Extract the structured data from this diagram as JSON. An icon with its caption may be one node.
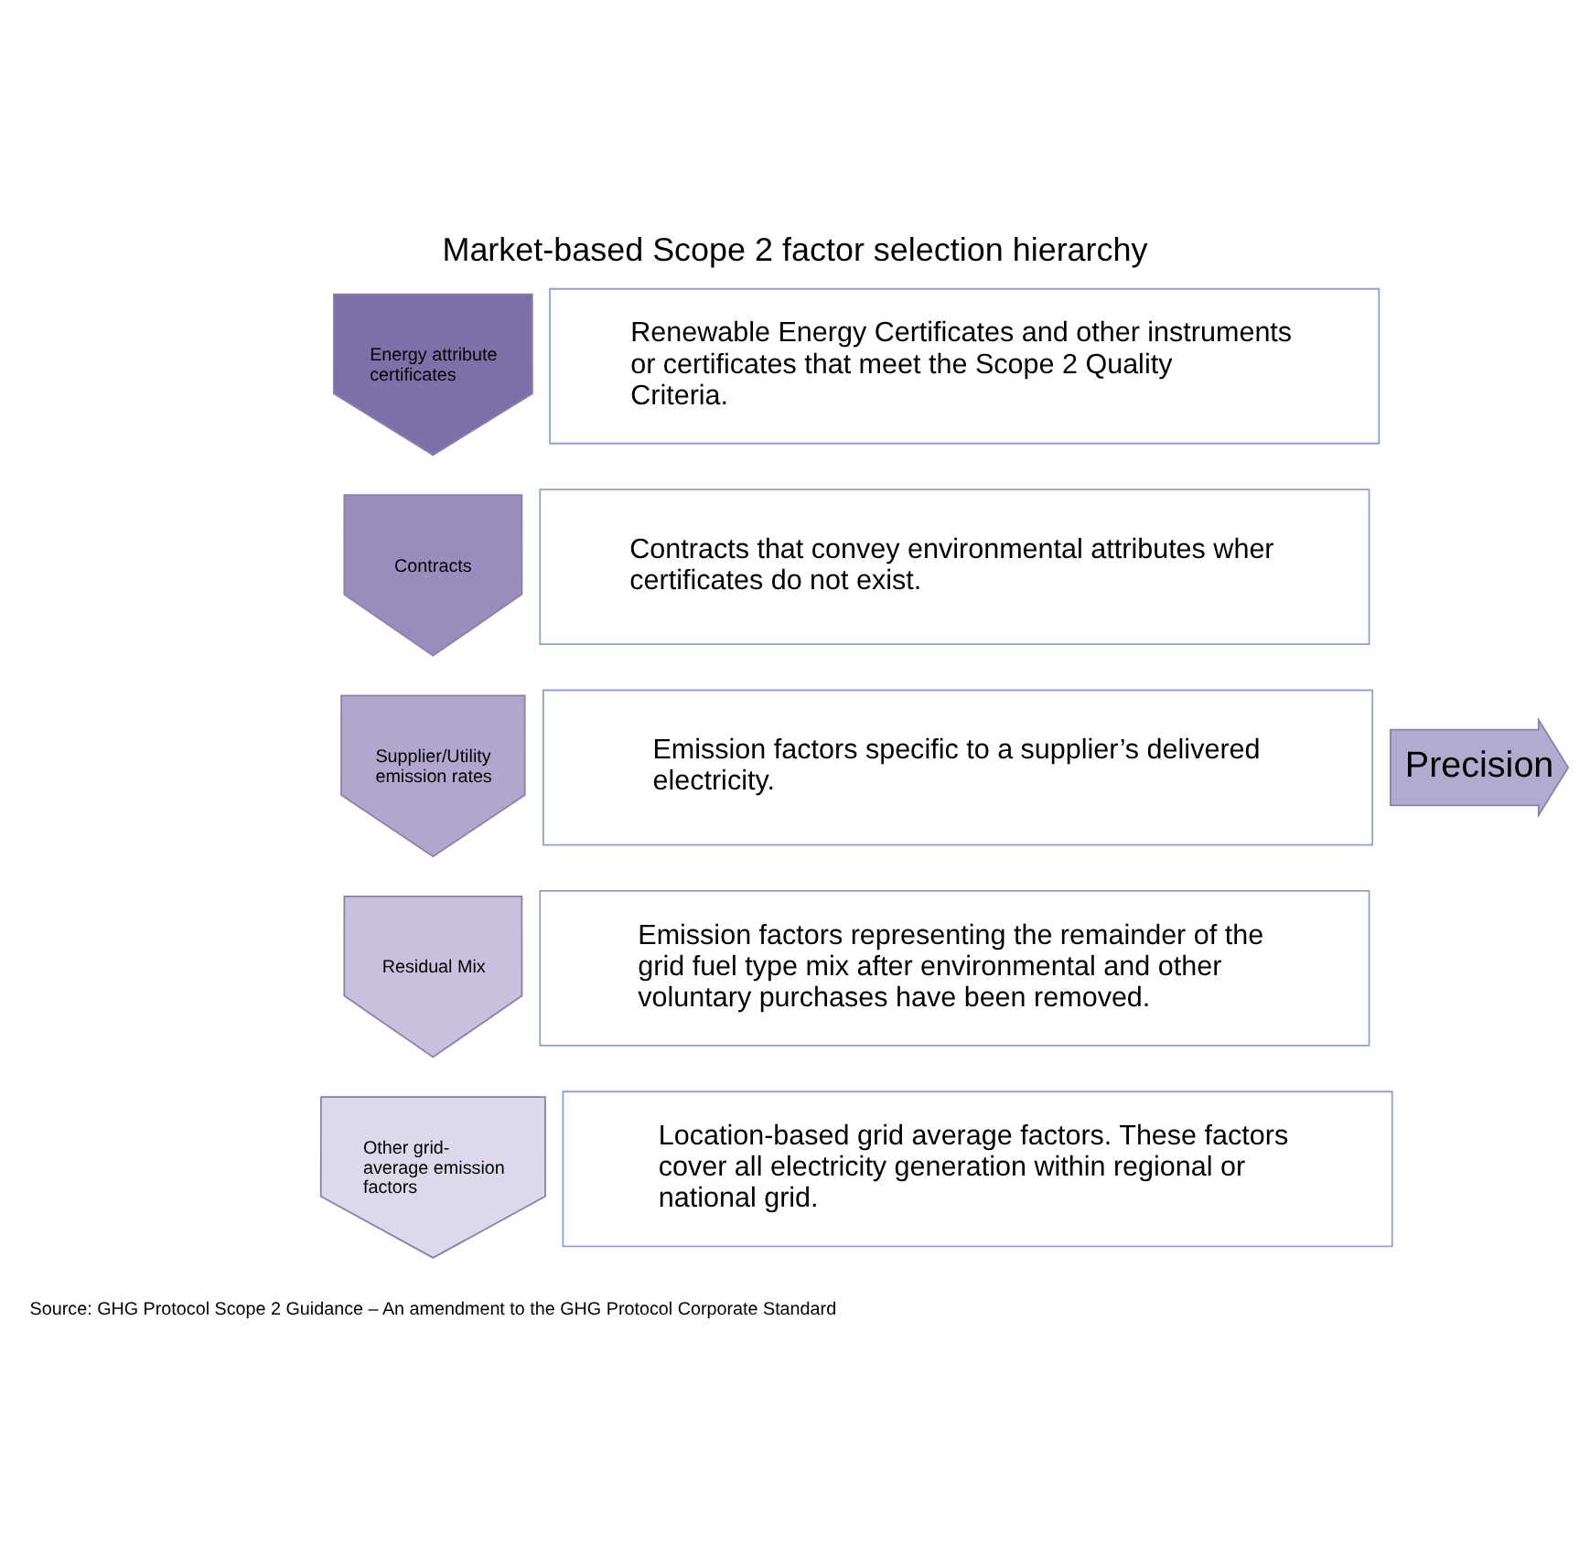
{
  "diagram": {
    "title": "Market-based Scope 2 factor selection hierarchy",
    "caption": "Source: GHG Protocol Scope 2 Guidance – An amendment to the GHG Protocol Corporate Standard",
    "nodes": [
      {
        "text": [
          "Energy attribute certificates"
        ]
      },
      {
        "text": [
          "Renewable Energy Certificates and other instruments or certificates that meet the Scope 2 Quality Criteria."
        ]
      },
      {
        "text": [
          "Contracts"
        ]
      },
      {
        "text": [
          "Contracts that convey environmental attributes wher certificates do not exist."
        ]
      },
      {
        "text": [
          "Supplier/Utility emission rates"
        ]
      },
      {
        "text": [
          "Emission factors specific to a supplier’s delivered electricity."
        ]
      },
      {
        "text": [
          "Residual Mix"
        ]
      },
      {
        "text": [
          "Emission factors representing the remainder of the grid fuel type mix after environmental and other voluntary purchases have been removed."
        ]
      },
      {
        "text": [
          "Other grid-average emission factors"
        ]
      },
      {
        "text": [
          "Location-based grid average factors. These factors cover all electricity generation within regional or national grid."
        ]
      }
    ],
    "labels": [
      "Precision"
    ]
  }
}
